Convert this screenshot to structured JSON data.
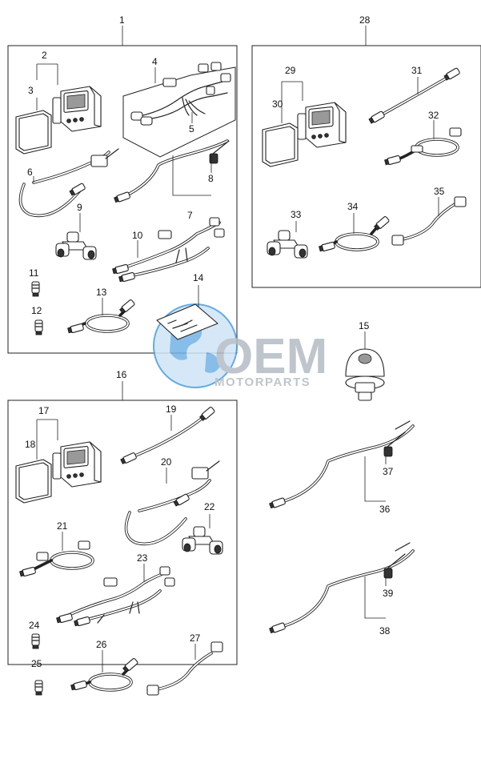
{
  "watermark": {
    "brand": "OEM",
    "tagline": "MOTORPARTS",
    "colors": {
      "blue": "#4a9de0",
      "gray": "#b5bcc4",
      "light_blue": "#cfe4f6"
    }
  },
  "callouts": {
    "c1": "1",
    "c2": "2",
    "c3": "3",
    "c4": "4",
    "c5": "5",
    "c6": "6",
    "c7": "7",
    "c8": "8",
    "c9": "9",
    "c10": "10",
    "c11": "11",
    "c12": "12",
    "c13": "13",
    "c14": "14",
    "c15": "15",
    "c16": "16",
    "c17": "17",
    "c18": "18",
    "c19": "19",
    "c20": "20",
    "c21": "21",
    "c22": "22",
    "c23": "23",
    "c24": "24",
    "c25": "25",
    "c26": "26",
    "c27": "27",
    "c28": "28",
    "c29": "29",
    "c30": "30",
    "c31": "31",
    "c32": "32",
    "c33": "33",
    "c34": "34",
    "c35": "35",
    "c36": "36",
    "c37": "37",
    "c38": "38",
    "c39": "39"
  }
}
